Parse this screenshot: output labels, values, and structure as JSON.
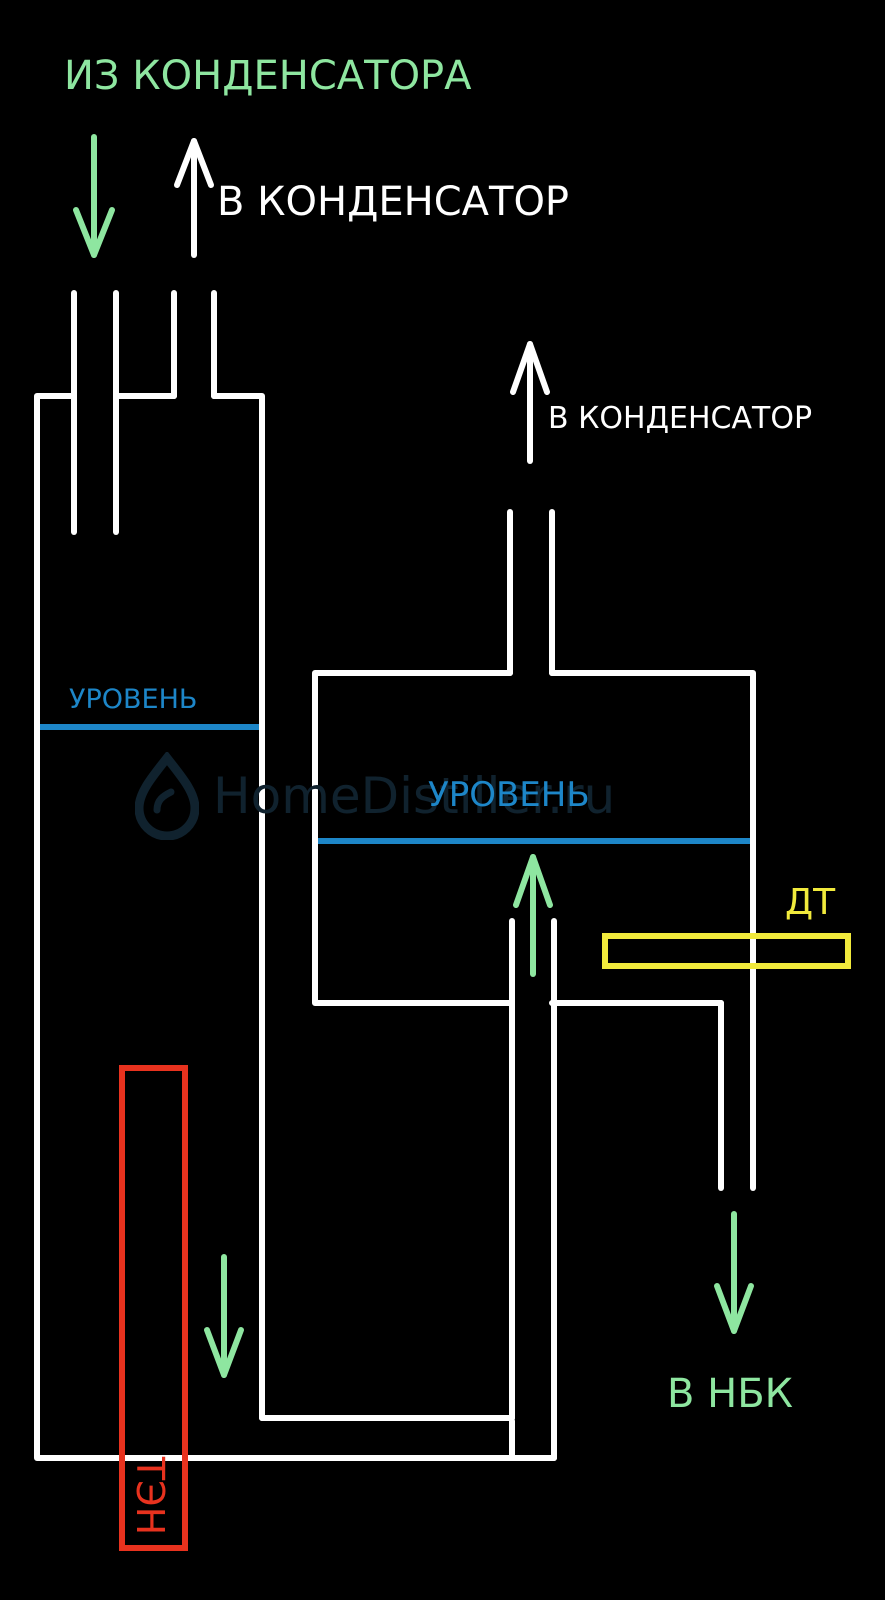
{
  "labels": {
    "from_condenser": "ИЗ КОНДЕНСАТОРА",
    "to_condenser_top": "В КОНДЕНСАТОР",
    "to_condenser_right": "В КОНДЕНСАТОР",
    "level_left": "УРОВЕНЬ",
    "level_right": "УРОВЕНЬ",
    "temperature_sensor": "ДТ",
    "to_nbk": "В НБК",
    "heater": "ТЭН"
  },
  "watermark": {
    "text": "HomeDistiller.ru",
    "icon": "drop-icon"
  },
  "colors": {
    "background": "#000000",
    "pipe": "#ffffff",
    "flow_arrow": "#8ee6a0",
    "vapor_arrow": "#ffffff",
    "level_line": "#1d86c8",
    "heater": "#e8321e",
    "sensor": "#f1ea3c",
    "watermark": "#10222e"
  }
}
